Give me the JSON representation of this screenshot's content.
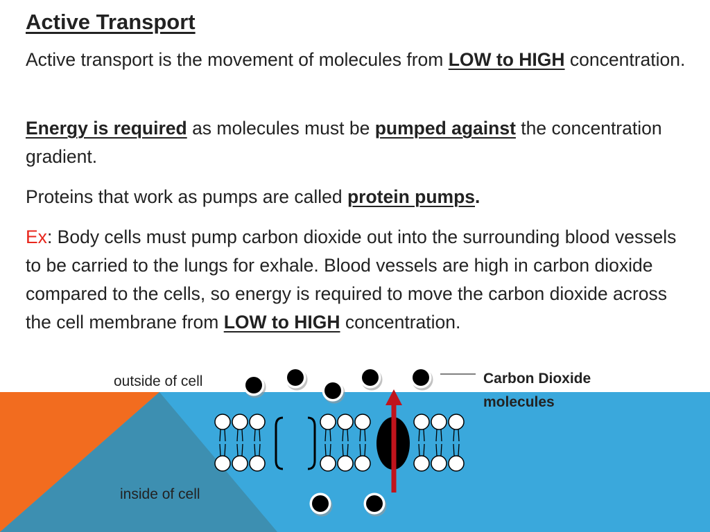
{
  "slide": {
    "title": "Active Transport",
    "p1": {
      "before": "Active transport is the movement of molecules from ",
      "emphasis": "LOW to HIGH",
      "after": " concentration."
    },
    "p2": {
      "emphasis1": "Energy is required",
      "middle": " as molecules must be ",
      "emphasis2": "pumped against",
      "after": " the concentration gradient."
    },
    "p3": {
      "before": "Proteins that work as pumps are called ",
      "emphasis": "protein pumps",
      "after": "."
    },
    "p4": {
      "prefix": "Ex",
      "body": ": Body cells must pump carbon dioxide out into the surrounding blood vessels to be carried to the lungs for exhale. Blood vessels are high in carbon dioxide compared to the cells, so energy is required to move the carbon dioxide across the cell membrane from ",
      "emphasis": "LOW to HIGH",
      "after": " concentration."
    }
  },
  "diagram": {
    "outside_label": "outside of cell",
    "inside_label": "inside of cell",
    "molecule_label": "Carbon Dioxide molecules"
  },
  "colors": {
    "background_blue": "#3aa8dc",
    "accent_orange": "#f26c1f",
    "accent_teal": "#3d8fb1",
    "arrow_red": "#c0141c",
    "example_red": "#e8261c"
  }
}
